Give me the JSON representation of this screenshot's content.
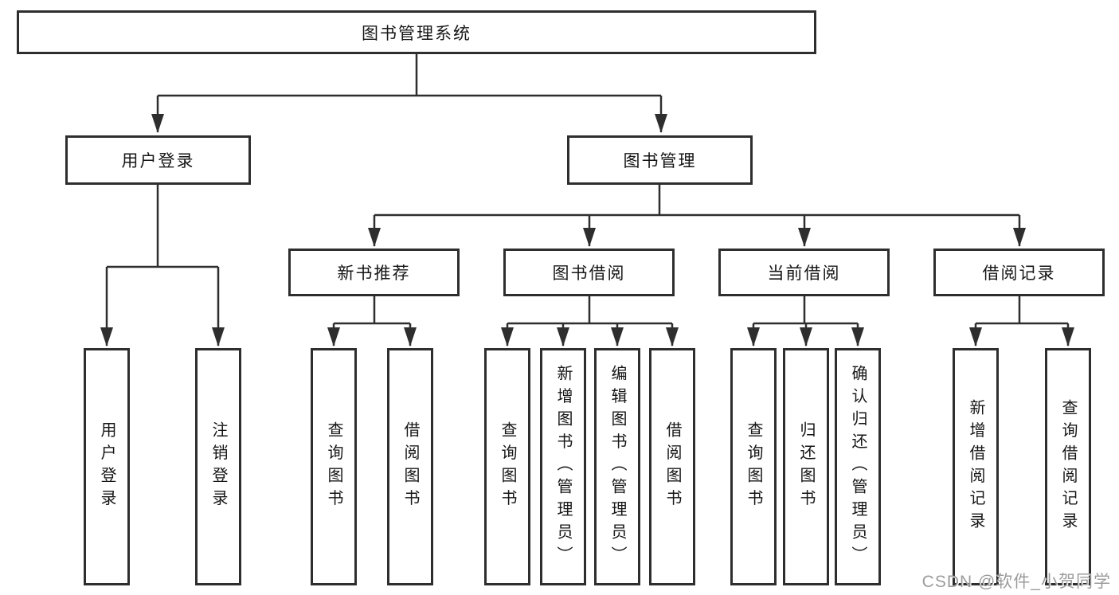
{
  "diagram": {
    "root": {
      "label": "图书管理系统"
    },
    "level2": [
      {
        "label": "用户登录"
      },
      {
        "label": "图书管理"
      }
    ],
    "level3": [
      {
        "label": "新书推荐"
      },
      {
        "label": "图书借阅"
      },
      {
        "label": "当前借阅"
      },
      {
        "label": "借阅记录"
      }
    ],
    "leaves": {
      "login": [
        "用户登录",
        "注销登录"
      ],
      "recommend": [
        "查询图书",
        "借阅图书"
      ],
      "borrow": [
        "查询图书",
        "新增图书（管理员）",
        "编辑图书（管理员）",
        "借阅图书"
      ],
      "current": [
        "查询图书",
        "归还图书",
        "确认归还（管理员）"
      ],
      "records": [
        "新增借阅记录",
        "查询借阅记录"
      ]
    }
  },
  "watermark": {
    "text": "CSDN @软件_小贺同学"
  },
  "colors": {
    "line": "#2e2e2e",
    "box_border": "#2e2e2e",
    "text": "#161616",
    "watermark": "#9c9c9c",
    "background": "#ffffff"
  }
}
